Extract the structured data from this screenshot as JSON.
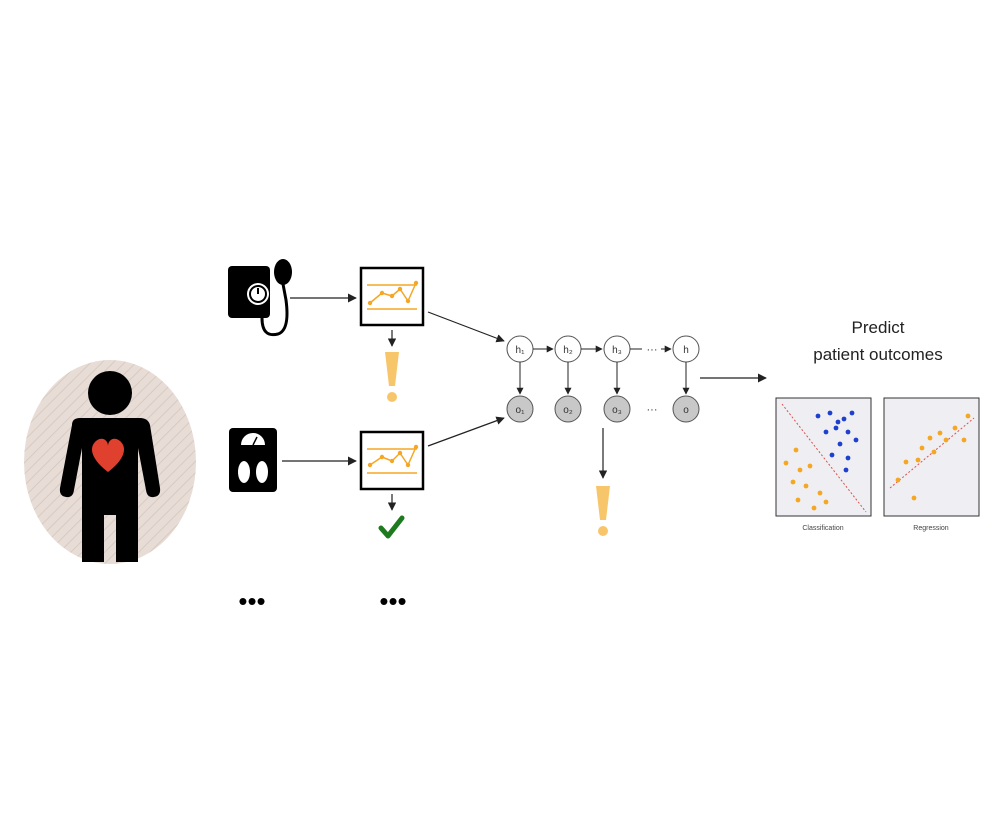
{
  "title_lines": [
    "Predict",
    "patient outcomes"
  ],
  "hidden_nodes": [
    "h₁",
    "h₂",
    "h₃",
    "h"
  ],
  "observed_nodes": [
    "o₁",
    "o₂",
    "o₃",
    "o"
  ],
  "ellipsis": "···",
  "more_marker": "•••",
  "plots": {
    "classification_caption": "Classification",
    "regression_caption": "Regression"
  },
  "colors": {
    "heart": "#e0402e",
    "alert": "#f7c66b",
    "check": "#1e7a1e",
    "orange_points": "#f5a623",
    "blue_points": "#1f3fcf",
    "divider": "#d9534f",
    "node_fill": "#c8c8c8",
    "avatar_bg": "#e8ddd6"
  },
  "icons": [
    "person-icon",
    "heart-icon",
    "blood-pressure-monitor-icon",
    "weighing-scale-icon",
    "chart-monitor-icon",
    "exclamation-icon",
    "checkmark-icon"
  ]
}
